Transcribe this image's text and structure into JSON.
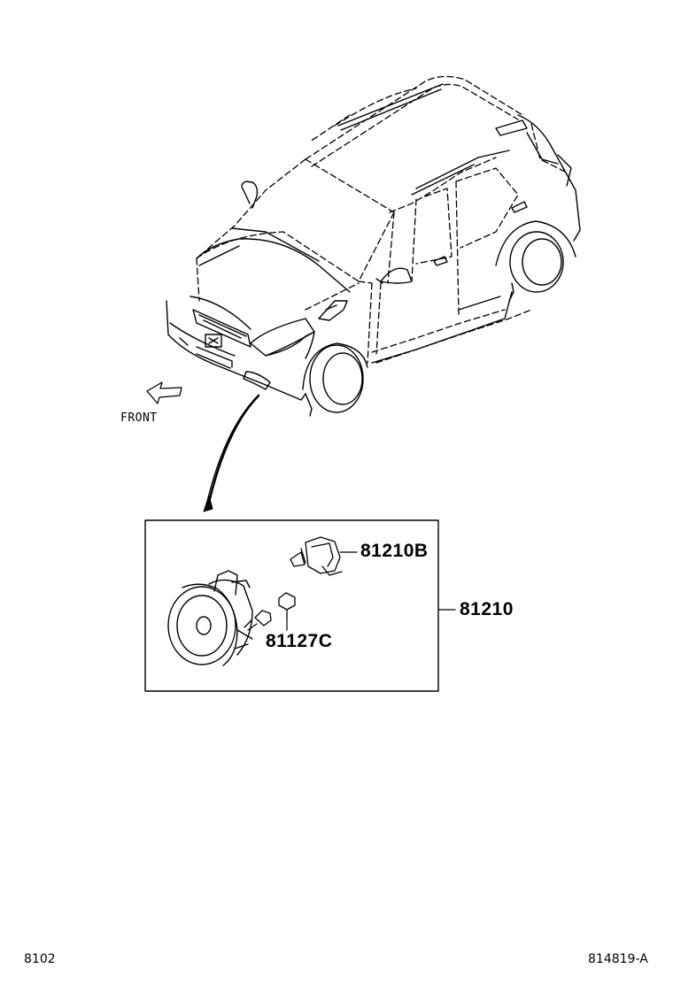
{
  "diagram": {
    "direction_label": "FRONT",
    "parts": [
      {
        "id": "81210B",
        "label": "81210B",
        "kind": "bulb"
      },
      {
        "id": "81210",
        "label": "81210",
        "kind": "fog-lamp-assembly"
      },
      {
        "id": "81127C",
        "label": "81127C",
        "kind": "screw"
      }
    ]
  },
  "footer": {
    "left_code": "8102",
    "right_code": "814819-A"
  }
}
